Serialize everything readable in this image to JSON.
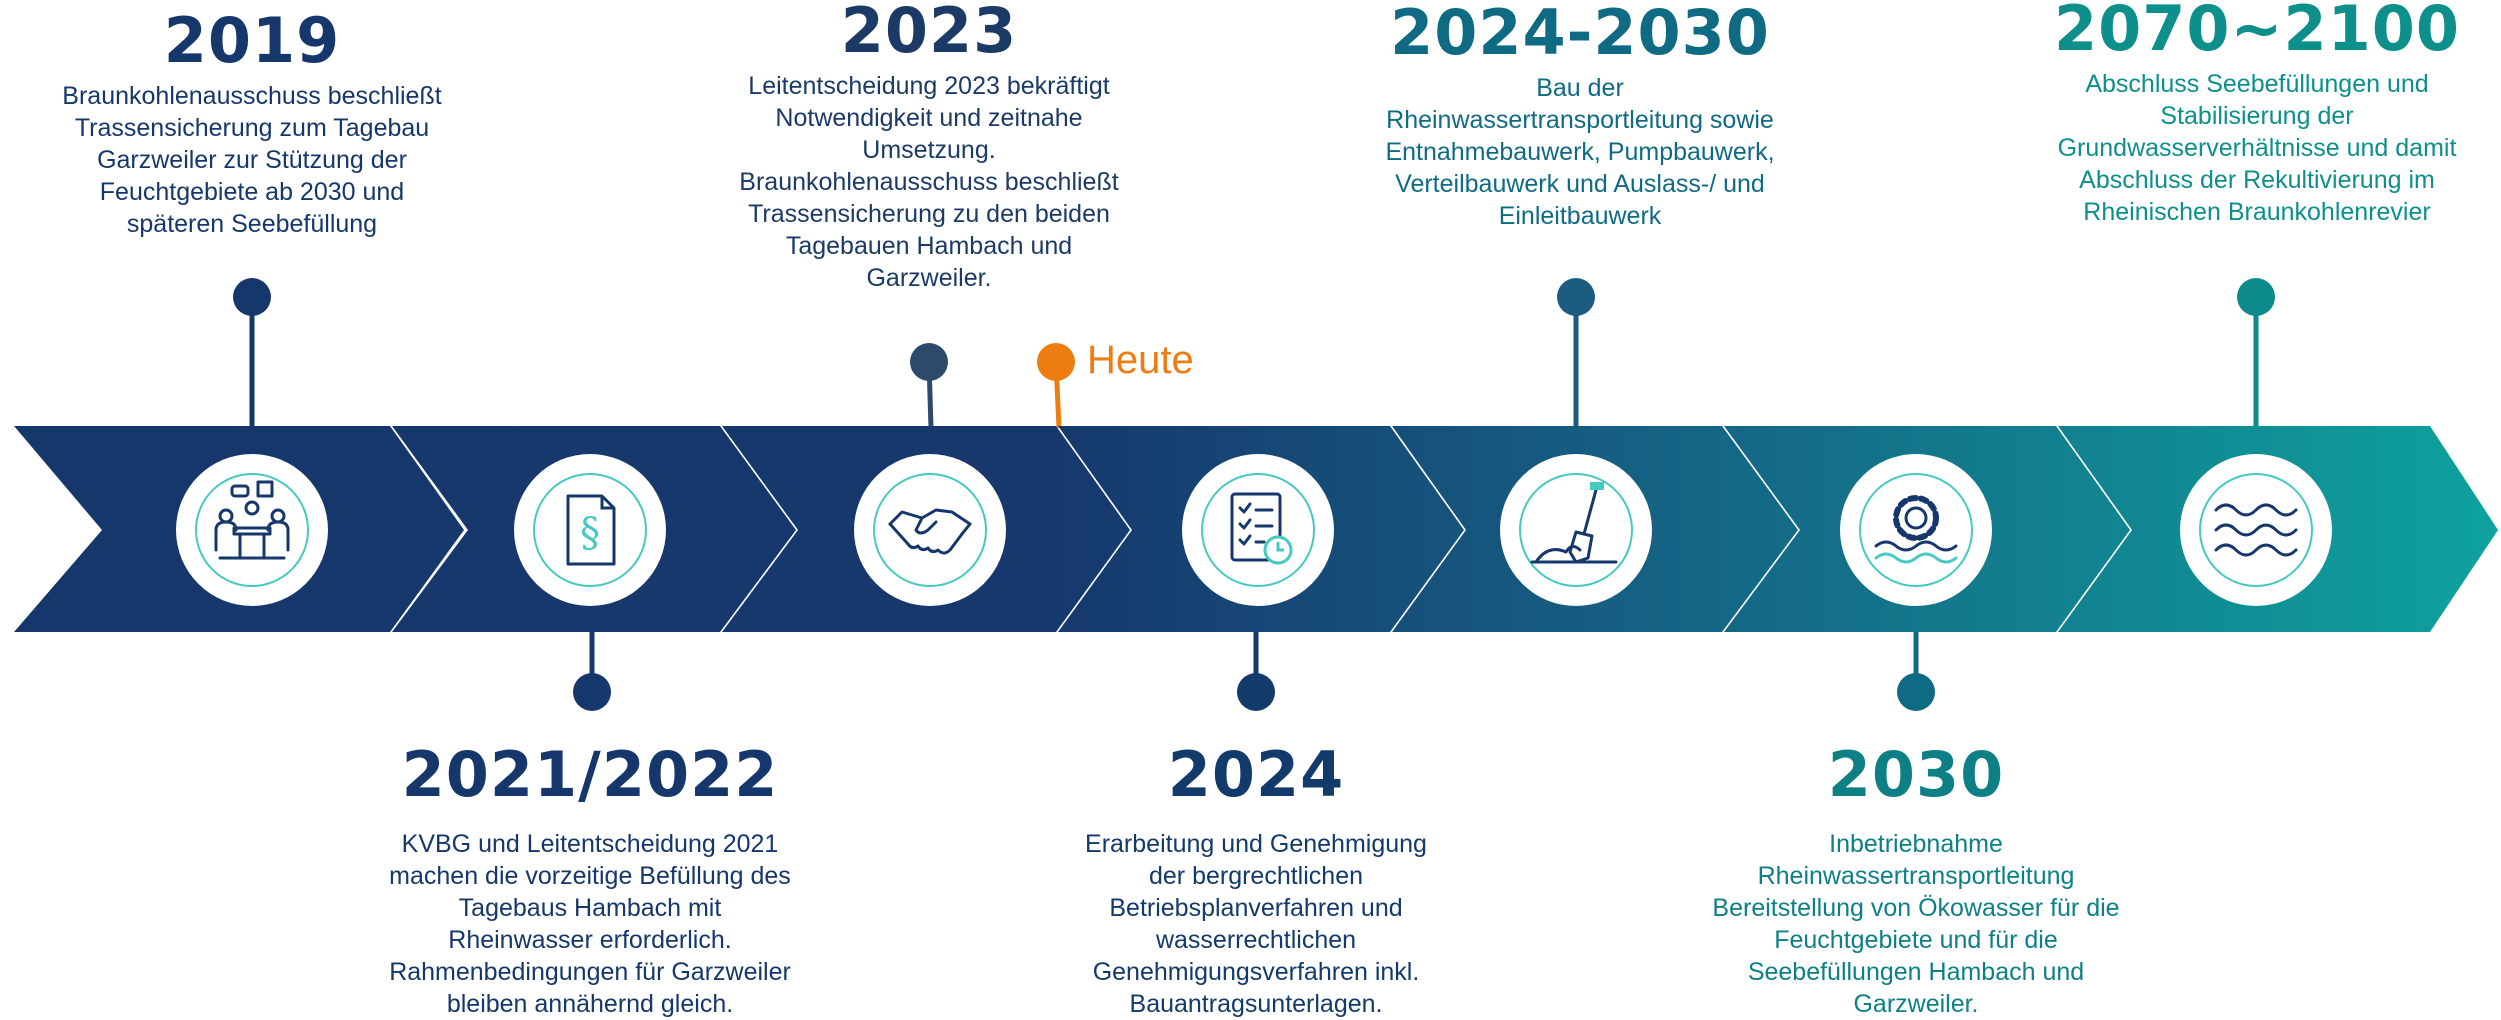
{
  "colors": {
    "navy": "#16376b",
    "navy_dark": "#123a6b",
    "slate": "#2e4a6a",
    "mid_blue": "#1b5c80",
    "teal_blue": "#0f6b84",
    "teal": "#0d8a8c",
    "teal_light": "#0fa09c",
    "orange": "#ee7d11",
    "ring": "#46c9c0"
  },
  "milestones": [
    {
      "id": "m2019",
      "year": "2019",
      "desc": [
        "Braunkohlenausschuss beschließt",
        "Trassensicherung zum Tagebau",
        "Garzweiler zur Stützung der",
        "Feuchtgebiete ab 2030 und",
        "späteren Seebefüllung"
      ]
    },
    {
      "id": "m2021",
      "year": "2021/2022",
      "desc": [
        "KVBG und Leitentscheidung 2021",
        "machen die vorzeitige Befüllung des",
        "Tagebaus Hambach mit",
        "Rheinwasser erforderlich.",
        "Rahmenbedingungen für Garzweiler",
        "bleiben annähernd gleich."
      ]
    },
    {
      "id": "m2023",
      "year": "2023",
      "desc": [
        "Leitentscheidung 2023 bekräftigt",
        "Notwendigkeit und zeitnahe",
        "Umsetzung.",
        "Braunkohlenausschuss beschließt",
        "Trassensicherung zu den beiden",
        "Tagebauen Hambach und",
        "Garzweiler."
      ]
    },
    {
      "id": "m2024",
      "year": "2024",
      "desc": [
        "Erarbeitung und Genehmigung",
        "der bergrechtlichen",
        "Betriebsplanverfahren und",
        "wasserrechtlichen",
        "Genehmigungsverfahren inkl.",
        "Bauantragsunterlagen."
      ]
    },
    {
      "id": "m2024_2030",
      "year": "2024-2030",
      "desc": [
        "Bau der",
        "Rheinwassertransportleitung sowie",
        "Entnahmebauwerk, Pumpbauwerk,",
        "Verteilbauwerk und Auslass-/ und",
        "Einleitbauwerk"
      ]
    },
    {
      "id": "m2030",
      "year": "2030",
      "desc": [
        "Inbetriebnahme",
        "Rheinwassertransportleitung",
        "Bereitstellung von Ökowasser für die",
        "Feuchtgebiete und für die",
        "Seebefüllungen Hambach und",
        "Garzweiler."
      ]
    },
    {
      "id": "m2070",
      "year": "2070~2100",
      "desc": [
        "Abschluss Seebefüllungen und",
        "Stabilisierung der",
        "Grundwasserverhältnisse und damit",
        "Abschluss der Rekultivierung im",
        "Rheinischen Braunkohlenrevier"
      ]
    }
  ],
  "today_marker": {
    "label": "Heute"
  },
  "icons": [
    "meeting-icon",
    "document-paragraph-icon",
    "handshake-icon",
    "checklist-clock-icon",
    "shovel-icon",
    "water-wheel-icon",
    "waves-icon"
  ]
}
